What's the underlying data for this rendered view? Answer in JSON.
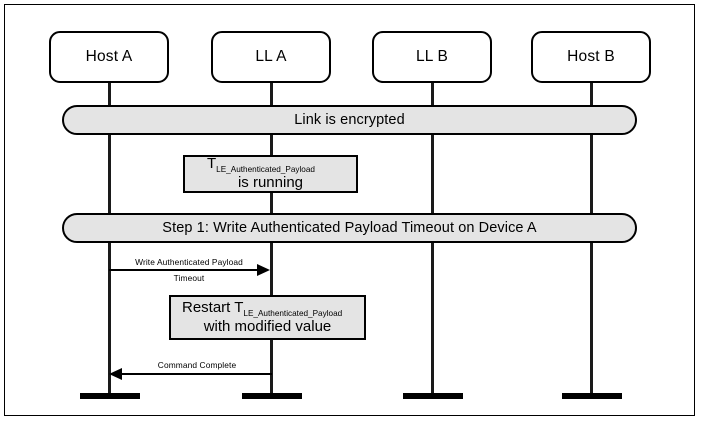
{
  "diagram": {
    "type": "sequence-diagram",
    "participants": [
      {
        "id": "host-a",
        "label": "Host A"
      },
      {
        "id": "ll-a",
        "label": "LL A"
      },
      {
        "id": "ll-b",
        "label": "LL B"
      },
      {
        "id": "host-b",
        "label": "Host B"
      }
    ],
    "bars": [
      {
        "id": "link-encrypted",
        "label": "Link is encrypted"
      },
      {
        "id": "step-1",
        "label": "Step 1: Write Authenticated Payload Timeout on Device A"
      }
    ],
    "notes": [
      {
        "id": "timer-running",
        "line1_main": "T",
        "line1_sub": "LE_Authenticated_Payload",
        "line2": "is running",
        "on": "ll-a"
      },
      {
        "id": "timer-restart",
        "line1_main": "Restart T",
        "line1_sub": "LE_Authenticated_Payload",
        "line2": "with modified value",
        "on": "ll-a"
      }
    ],
    "messages": [
      {
        "id": "write-apto",
        "from": "host-a",
        "to": "ll-a",
        "direction": "right",
        "label_line1": "Write Authenticated Payload",
        "label_line2": "Timeout"
      },
      {
        "id": "command-complete",
        "from": "ll-a",
        "to": "host-a",
        "direction": "left",
        "label_line1": "Command Complete",
        "label_line2": ""
      }
    ],
    "colors": {
      "bar_fill": "#e4e4e4",
      "note_fill": "#e4e4e4",
      "participant_fill": "#ffffff",
      "stroke": "#000000"
    }
  }
}
